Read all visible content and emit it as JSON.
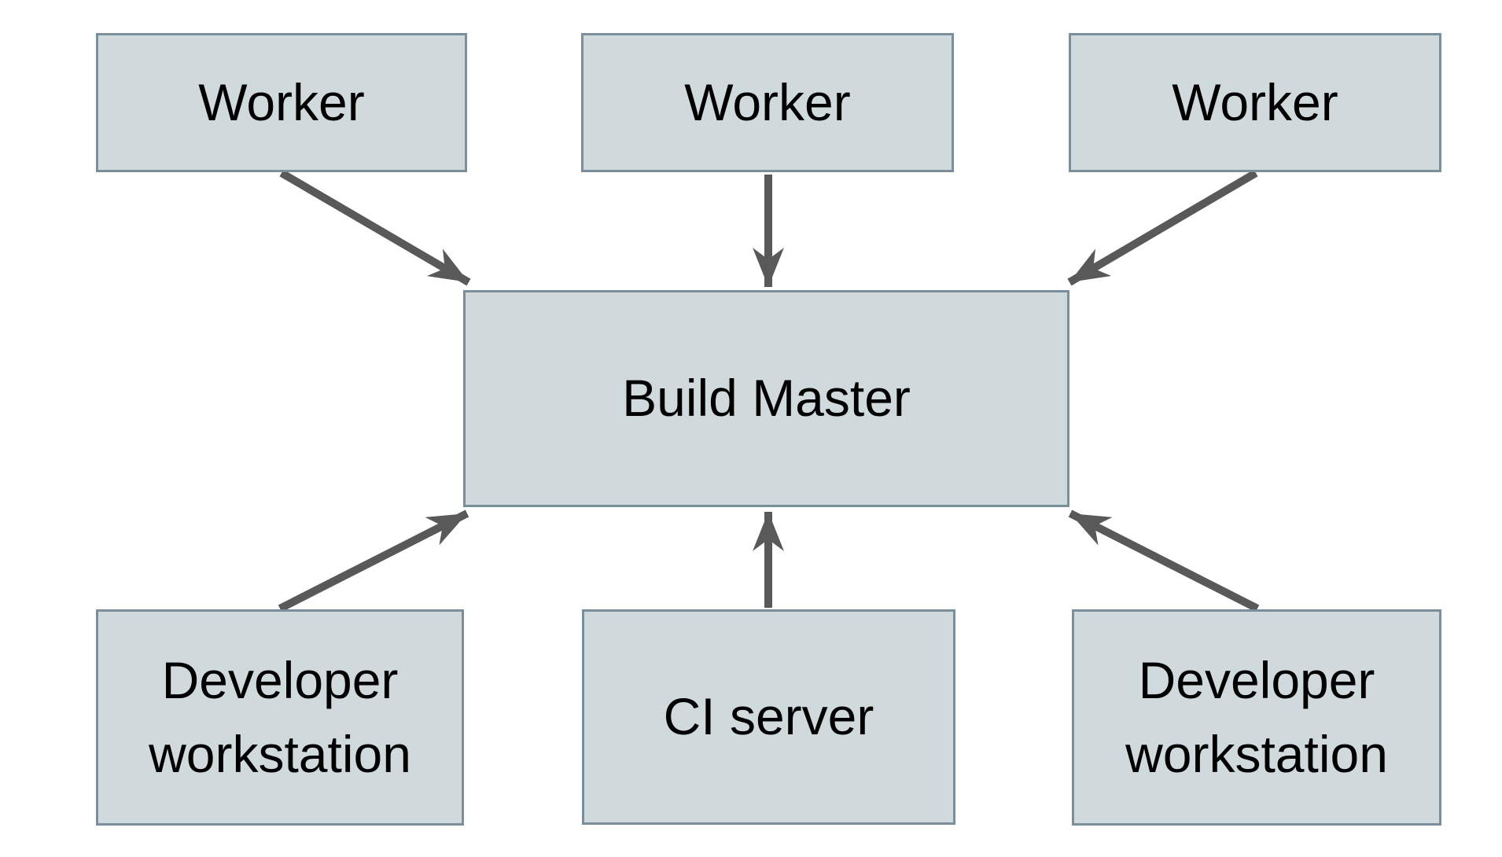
{
  "diagram": {
    "type": "architecture-diagram",
    "colors": {
      "background": "#ffffff",
      "box_fill": "#d0d9dc",
      "box_border": "#7a8f9a",
      "text": "#000000",
      "arrow": "#595959"
    },
    "nodes": {
      "worker_1": {
        "label": "Worker"
      },
      "worker_2": {
        "label": "Worker"
      },
      "worker_3": {
        "label": "Worker"
      },
      "build_master": {
        "label": "Build Master"
      },
      "dev_left": {
        "label": "Developer workstation"
      },
      "ci_server": {
        "label": "CI server"
      },
      "dev_right": {
        "label": "Developer workstation"
      }
    },
    "edges": [
      {
        "from": "worker_1",
        "to": "build_master"
      },
      {
        "from": "worker_2",
        "to": "build_master"
      },
      {
        "from": "worker_3",
        "to": "build_master"
      },
      {
        "from": "dev_left",
        "to": "build_master"
      },
      {
        "from": "ci_server",
        "to": "build_master"
      },
      {
        "from": "dev_right",
        "to": "build_master"
      }
    ]
  }
}
